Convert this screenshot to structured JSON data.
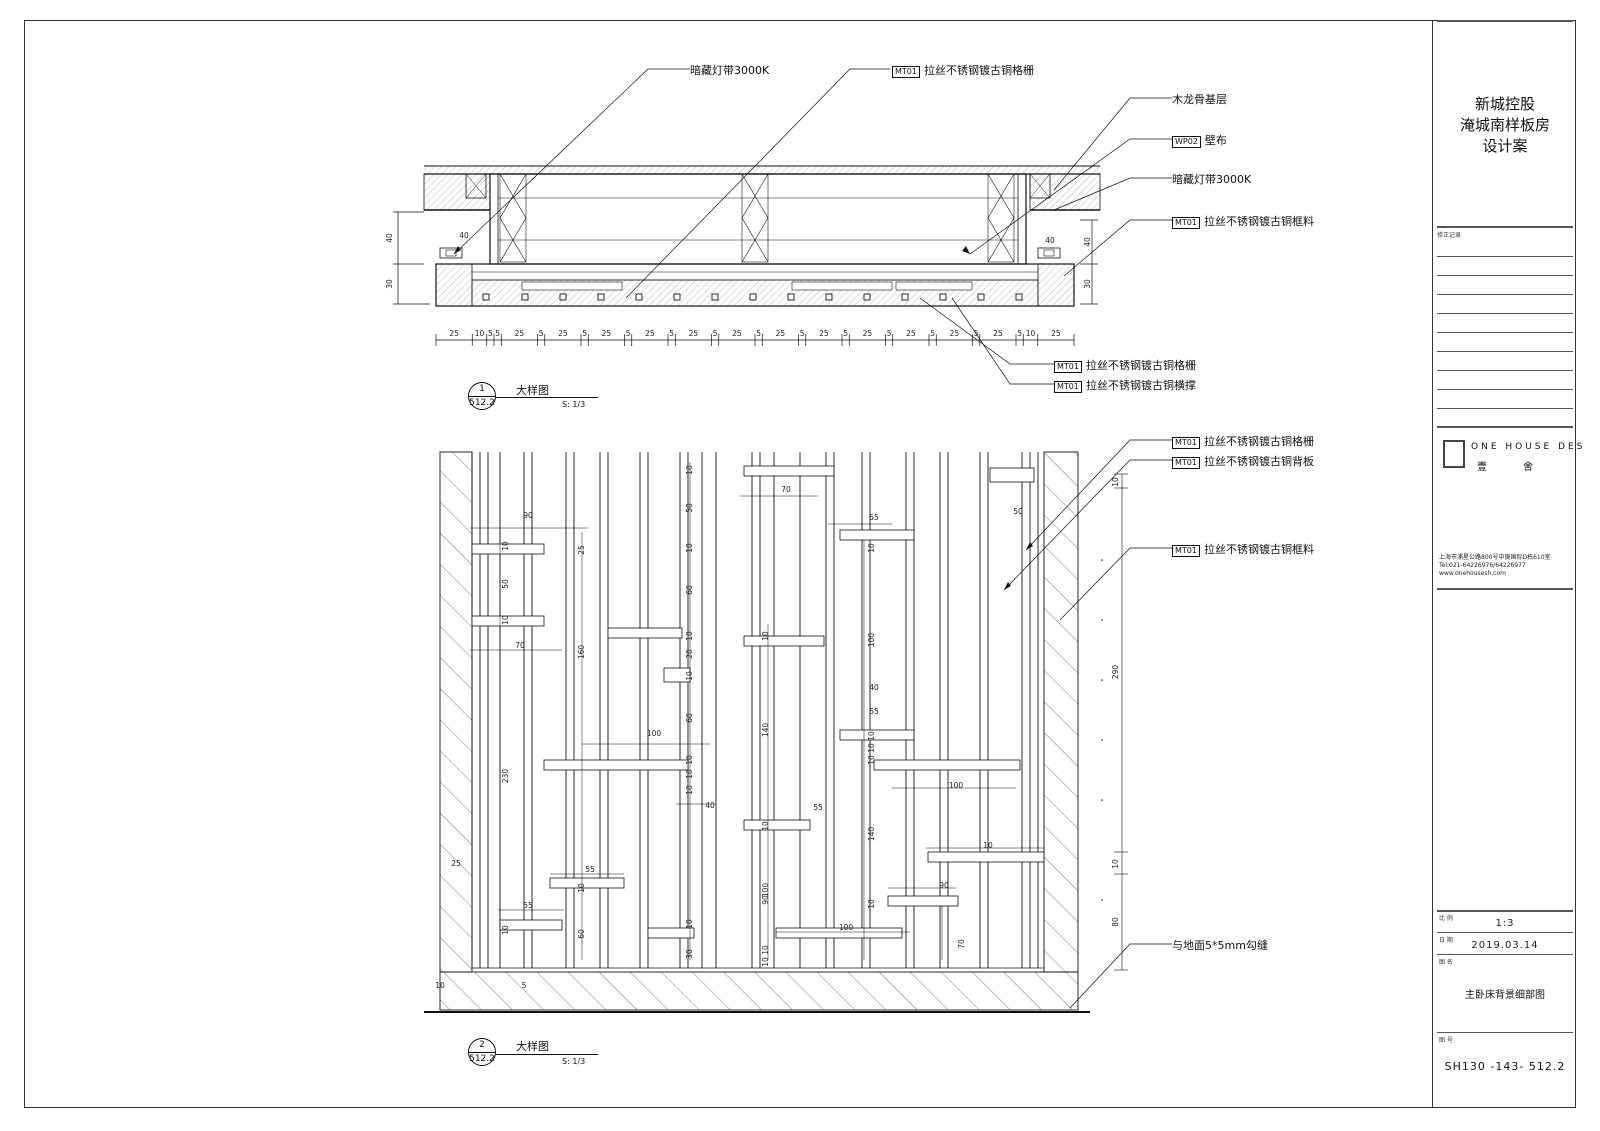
{
  "title_block": {
    "company_line1": "新城控股",
    "company_line2": "淹城南样板房",
    "company_line3": "设计案",
    "revision_label": "修正记录",
    "logo_en": "ONE HOUSE DES",
    "logo_cn": "壹舍",
    "address": "上海市浦星公路800号中庚国际D栋610室",
    "tel": "Tel:021-64226976/64226977",
    "website": "www.onehousesh.com",
    "scale_label": "比 例",
    "scale_value": "1:3",
    "date_label": "日 期",
    "date_value": "2019.03.14",
    "drawing_name_label": "图 名",
    "drawing_title": "主卧床背景细部图",
    "drawing_no_label": "图 号",
    "drawing_number": "SH130 -143- 512.2"
  },
  "detail1": {
    "number": "1",
    "ref": "512.2",
    "title": "大样图",
    "scale": "S: 1/3",
    "callouts_top": [
      {
        "tag": "",
        "text": "暗藏灯带3000K"
      },
      {
        "tag": "MT01",
        "text": "拉丝不锈钢镀古铜格栅"
      },
      {
        "tag": "",
        "text": "木龙骨基层"
      },
      {
        "tag": "WP02",
        "text": "壁布"
      },
      {
        "tag": "",
        "text": "暗藏灯带3000K"
      },
      {
        "tag": "MT01",
        "text": "拉丝不锈钢镀古铜框料"
      }
    ],
    "callouts_bottom": [
      {
        "tag": "MT01",
        "text": "拉丝不锈钢镀古铜格栅"
      },
      {
        "tag": "MT01",
        "text": "拉丝不锈钢镀古铜横撑"
      }
    ],
    "dims_left": [
      "40",
      "30"
    ],
    "dims_right": [
      "40",
      "30"
    ],
    "light_dims": [
      "40",
      "40"
    ],
    "bottom_dims": [
      "25",
      "10",
      "5",
      "5",
      "25",
      "5",
      "25",
      "5",
      "25",
      "5",
      "25",
      "5",
      "25",
      "5",
      "25",
      "5",
      "25",
      "5",
      "25",
      "5",
      "25",
      "5",
      "25",
      "5",
      "25",
      "5",
      "25",
      "5",
      "10",
      "25"
    ]
  },
  "detail2": {
    "number": "2",
    "ref": "512.2",
    "title": "大样图",
    "scale": "S: 1/3",
    "callouts": [
      {
        "tag": "MT01",
        "text": "拉丝不锈钢镀古铜格栅"
      },
      {
        "tag": "MT01",
        "text": "拉丝不锈钢镀古铜背板"
      },
      {
        "tag": "MT01",
        "text": "拉丝不锈钢镀古铜框料"
      },
      {
        "tag": "",
        "text": "与地面5*5mm勾缝"
      }
    ],
    "right_dims": [
      "10",
      "290",
      "10",
      "80"
    ],
    "dim_labels": [
      "90",
      "10",
      "50",
      "10",
      "70",
      "160",
      "230",
      "25",
      "55",
      "10",
      "55",
      "10",
      "60",
      "10",
      "5",
      "25",
      "10",
      "50",
      "10",
      "60",
      "10",
      "20",
      "10",
      "60",
      "10",
      "10",
      "10",
      "40",
      "100",
      "10",
      "30",
      "70",
      "10",
      "10",
      "140",
      "10",
      "100",
      "55",
      "10",
      "90",
      "10",
      "100",
      "10",
      "55",
      "140",
      "55",
      "10",
      "10",
      "10",
      "100",
      "100",
      "10",
      "90",
      "70",
      "50",
      "40"
    ]
  }
}
